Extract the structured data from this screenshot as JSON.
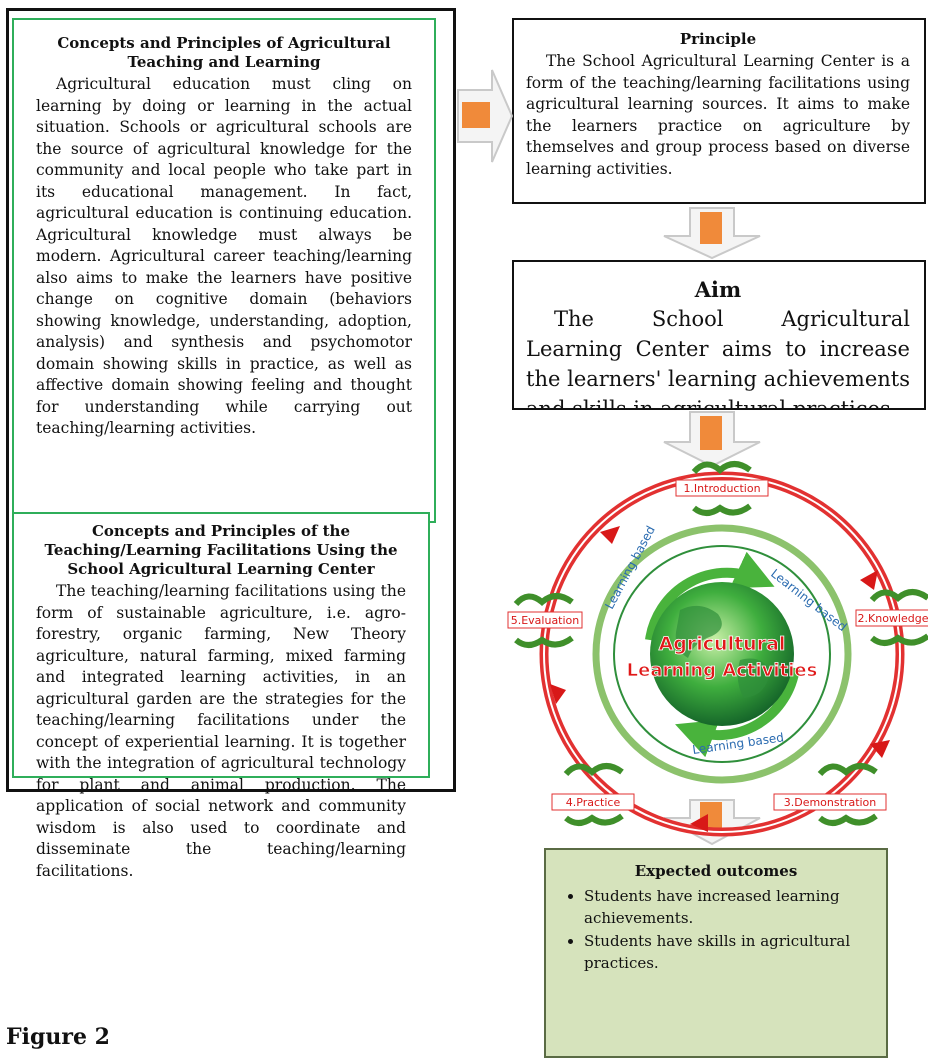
{
  "left_top": {
    "title": "Concepts and Principles of Agricultural Teaching and Learning",
    "body": "Agricultural education must cling on learning by doing or learning in the actual situation.  Schools or agricultural schools are the source of agricultural knowledge for the community and local people who take part in its educational management. In fact, agricultural education is continuing education. Agricultural knowledge must always be modern. Agricultural career teaching/learning also aims to make the learners have positive change on cognitive domain (behaviors showing knowledge, understanding, adoption, analysis) and synthesis and psychomotor domain showing skills in practice, as well as affective domain showing feeling and thought for understanding while carrying out teaching/learning activities."
  },
  "left_bottom": {
    "title": "Concepts and Principles of the Teaching/Learning Facilitations Using the School Agricultural Learning Center",
    "body": "The teaching/learning facilitations using the form of sustainable agriculture, i.e. agro-forestry, organic farming, New Theory agriculture, natural farming, mixed farming and integrated learning activities, in an agricultural garden are the strategies for the teaching/learning facilitations under the concept of experiential learning. It is together with the integration of agricultural technology for plant and animal production. The application of social network and community wisdom is also used to coordinate and disseminate the teaching/learning facilitations."
  },
  "principle": {
    "title": "Principle",
    "body": "The School Agricultural Learning Center is a form of the teaching/learning facilitations using agricultural learning sources. It aims to make the learners practice on agriculture by themselves and group process based on diverse learning activities."
  },
  "aim": {
    "title": "Aim",
    "body": "The School Agricultural Learning Center aims to increase the learners' learning achievements and skills in agricultural practices."
  },
  "cycle": {
    "center_line1": "Agricultural",
    "center_line2": "Learning Activities",
    "ring_label": "Learning based",
    "steps": [
      "1.Introduction",
      "2.Knowledge",
      "3.Demonstration",
      "4.Practice",
      "5.Evaluation"
    ],
    "colors": {
      "ring": "#e01818",
      "globe": "#2e9c3a",
      "arrow": "#f0893a",
      "text_red": "#e01818"
    }
  },
  "outcomes": {
    "title": "Expected outcomes",
    "items": [
      "Students have increased learning achievements.",
      "Students have skills in agricultural practices."
    ]
  },
  "figure_label": "Figure 2"
}
